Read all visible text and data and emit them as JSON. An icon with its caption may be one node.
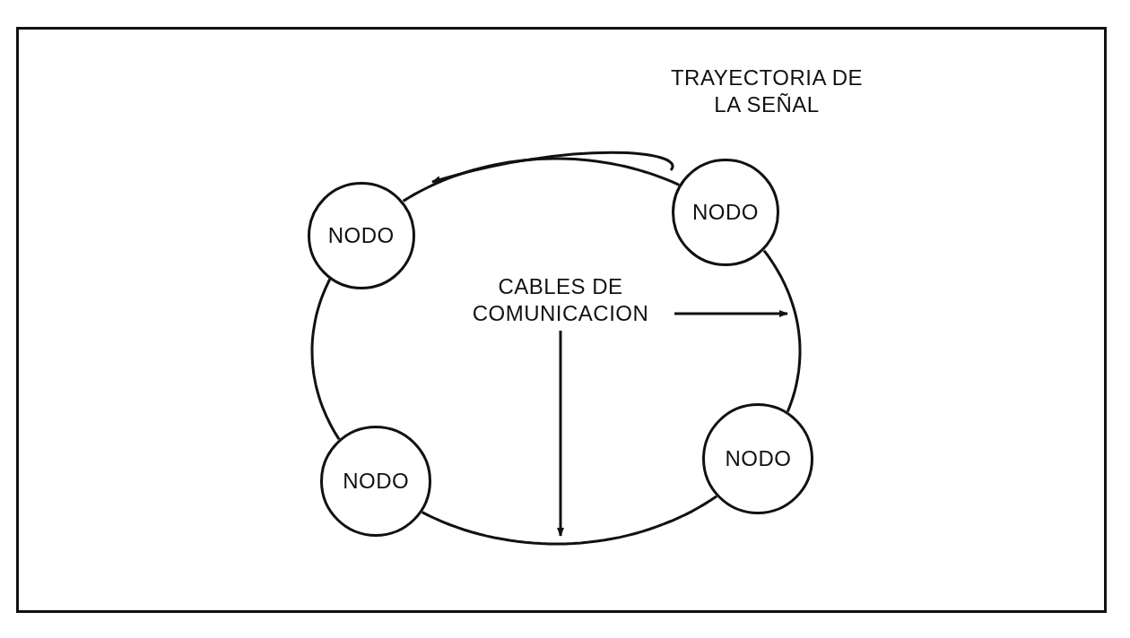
{
  "diagram": {
    "nodes": [
      {
        "text": [
          "NODO"
        ]
      },
      {
        "text": [
          "NODO"
        ]
      },
      {
        "text": [
          "CABLES DE COMUNICACION"
        ]
      },
      {
        "text": [
          "NODO"
        ]
      },
      {
        "text": [
          "NODO"
        ]
      }
    ],
    "edges": [
      {
        "from": 0,
        "to": 1,
        "arrow": "none"
      },
      {
        "from": 1,
        "to": 3,
        "arrow": "none"
      },
      {
        "from": 3,
        "to": 4,
        "arrow": "none"
      },
      {
        "from": 4,
        "to": 0,
        "arrow": "none"
      },
      {
        "from": 2,
        "to": null,
        "arrow": "to"
      },
      {
        "from": 2,
        "to": null,
        "arrow": "to"
      }
    ],
    "labels": [
      "TRAYECTORIA DE LA SEÑAL"
    ]
  }
}
